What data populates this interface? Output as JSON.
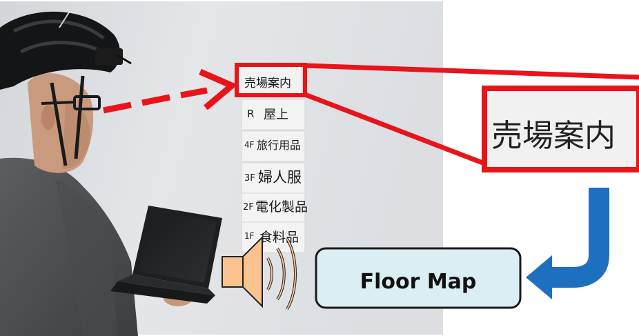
{
  "photo": {
    "description_icons": [
      "person-with-head-camera",
      "laptop",
      "speaker-icon"
    ],
    "wall_color": "#e2e4e7"
  },
  "signboard": {
    "header": "売場案内",
    "floors": [
      {
        "level": "R",
        "name": "屋上"
      },
      {
        "level": "4F",
        "name": "旅行用品"
      },
      {
        "level": "3F",
        "name": "婦人服"
      },
      {
        "level": "2F",
        "name": "電化製品"
      },
      {
        "level": "1F",
        "name": "食料品"
      }
    ]
  },
  "zoom_box": {
    "text": "売場案内",
    "border_color": "#e8141a"
  },
  "floor_map_button": {
    "label": "Floor Map",
    "fill": "#daeef3",
    "border": "#1a1a1a"
  },
  "colors": {
    "red": "#e8141a",
    "blue_arrow": "#1f6fc1",
    "speaker": "#f9c28f"
  }
}
